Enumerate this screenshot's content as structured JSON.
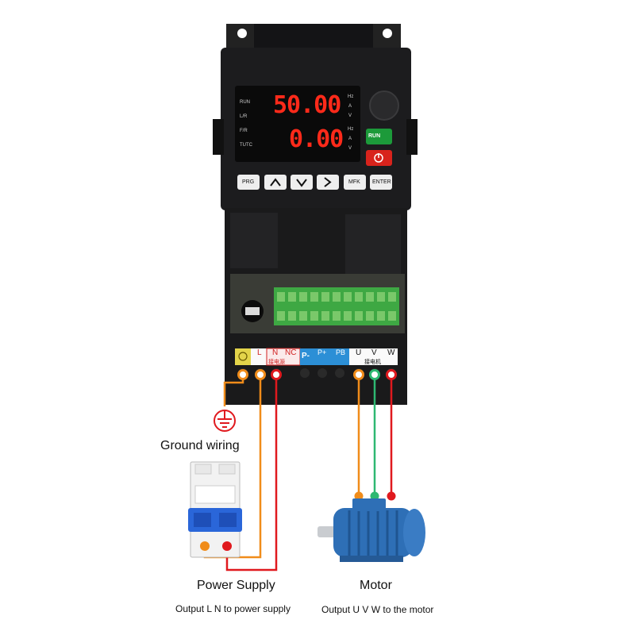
{
  "display": {
    "top_value": "50.00",
    "bottom_value": "0.00",
    "status_leds": [
      "RUN",
      "L/R",
      "F/R",
      "TUTC"
    ],
    "unit_leds_top": [
      "Hz",
      "A",
      "V"
    ],
    "unit_leds_bottom": [
      "Hz",
      "A",
      "V"
    ]
  },
  "keypad": {
    "run": "RUN",
    "prg": "PRG",
    "mfk": "MFK",
    "enter": "ENTER"
  },
  "terminals": {
    "power": [
      "L",
      "N",
      "NC"
    ],
    "power_caption": "接电源",
    "brake": [
      "P-",
      "P+",
      "PB"
    ],
    "motor": [
      "U",
      "V",
      "W"
    ],
    "motor_caption": "接电机"
  },
  "labels": {
    "ground": "Ground wiring",
    "power_supply": "Power Supply",
    "power_note": "Output L N to power supply",
    "motor": "Motor",
    "motor_note": "Output U V W to the motor"
  },
  "colors": {
    "orange": "#f08c1a",
    "red": "#e0191e",
    "green": "#2eb872",
    "panel": "#1c1c1e",
    "led_red": "#ff2a1a"
  }
}
